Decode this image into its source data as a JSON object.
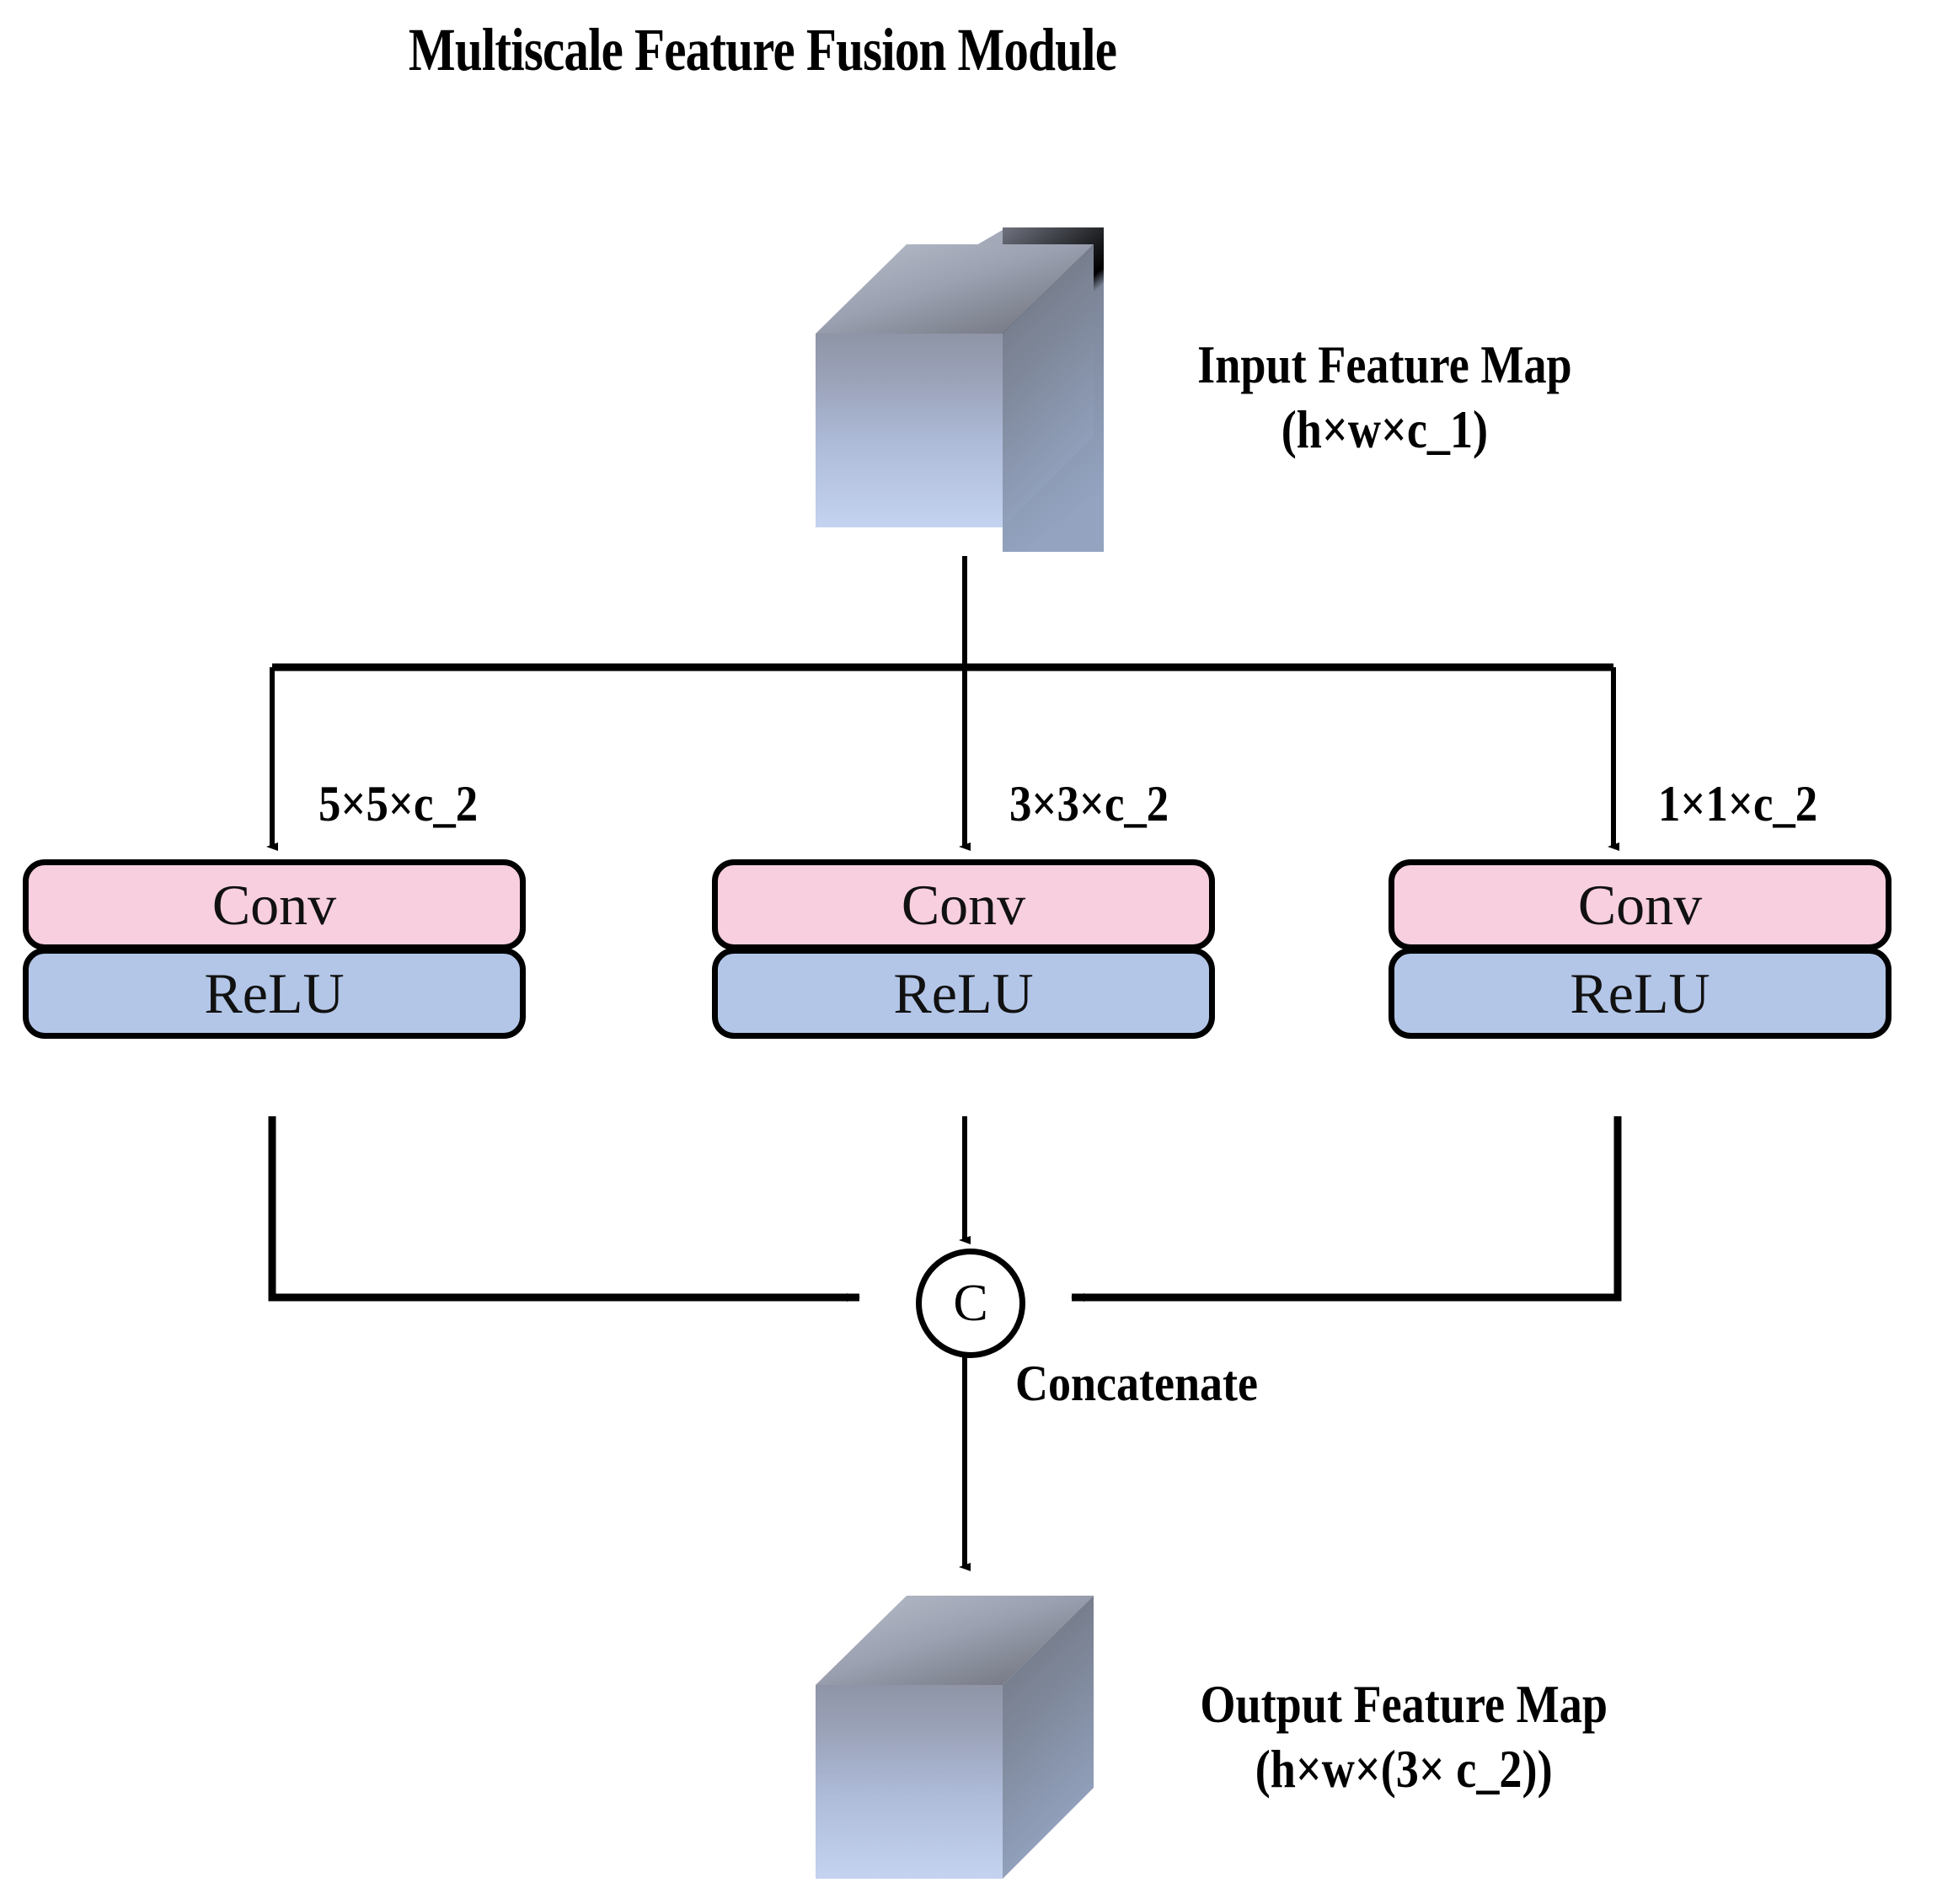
{
  "diagram": {
    "title": "Multiscale Feature Fusion Module",
    "background_color": "#ffffff",
    "accent_colors": {
      "conv_fill": "#f8cfdf",
      "relu_fill": "#b3c6e8",
      "stroke": "#000000",
      "cube_top": "#8d8d9c",
      "cube_bottom": "#c2d2ee"
    }
  },
  "input_node": {
    "caption_line1": "Input Feature Map",
    "caption_line2": "(h×w×c_1)",
    "shape_name": "cube"
  },
  "branches": [
    {
      "id": "branch-5x5",
      "kernel_label": "5×5×c_2",
      "conv_label": "Conv",
      "relu_label": "ReLU"
    },
    {
      "id": "branch-3x3",
      "kernel_label": "3×3×c_2",
      "conv_label": "Conv",
      "relu_label": "ReLU"
    },
    {
      "id": "branch-1x1",
      "kernel_label": "1×1×c_2",
      "conv_label": "Conv",
      "relu_label": "ReLU"
    }
  ],
  "concat_node": {
    "symbol": "C",
    "caption": "Concatenate"
  },
  "output_node": {
    "caption_line1": "Output Feature Map",
    "caption_line2": "(h×w×(3× c_2))",
    "shape_name": "cube"
  }
}
